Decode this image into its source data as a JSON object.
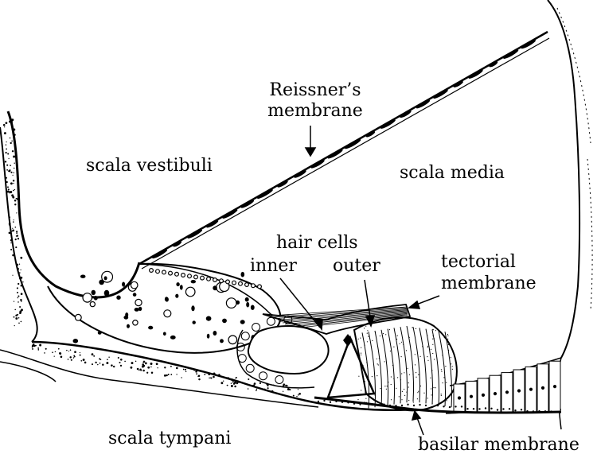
{
  "labels": {
    "reissner_line1": "Reissner’s",
    "reissner_line2": "membrane",
    "scala_vestibuli": "scala vestibuli",
    "scala_media": "scala media",
    "hair_cells": "hair cells",
    "inner": "inner",
    "outer": "outer",
    "tectorial_line1": "tectorial",
    "tectorial_line2": "membrane",
    "scala_tympani": "scala tympani",
    "basilar_membrane": "basilar membrane"
  },
  "colors": {
    "ink": "#000000",
    "paper": "#ffffff"
  }
}
